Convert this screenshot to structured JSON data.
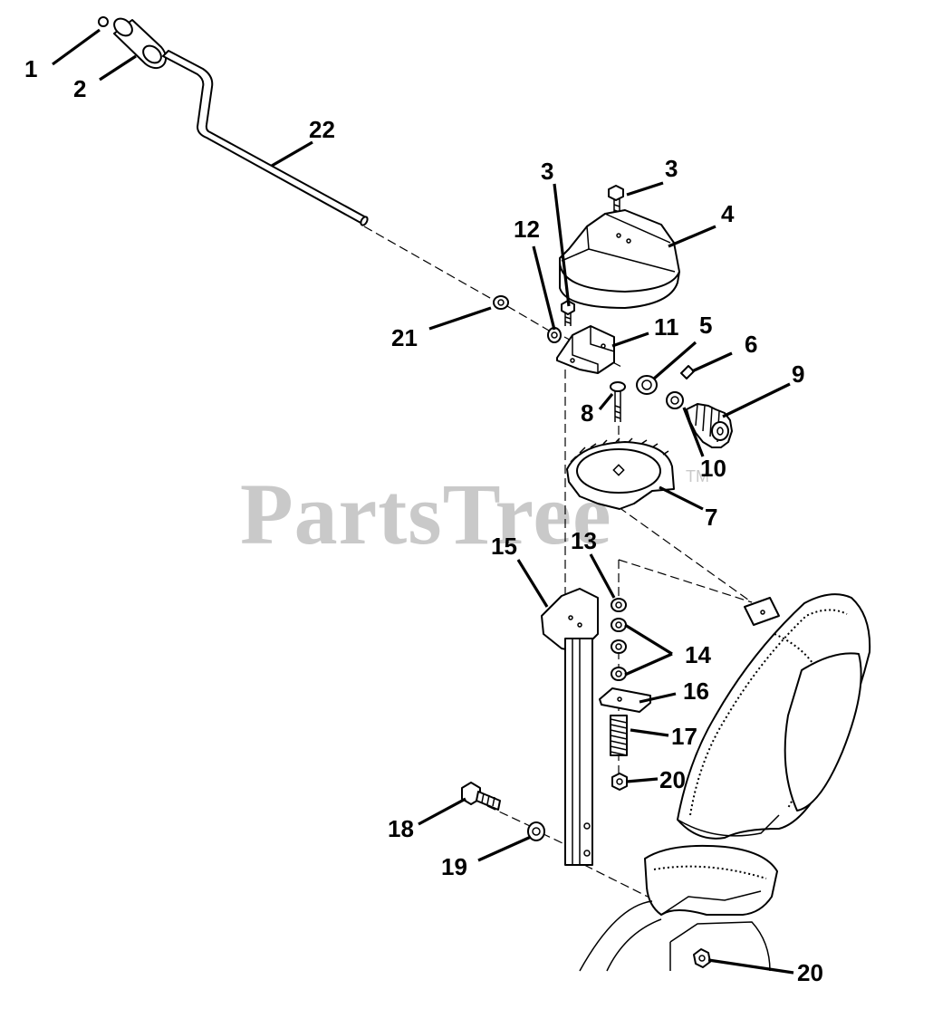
{
  "watermark": {
    "text": "PartsTree",
    "trademark": "TM"
  },
  "callouts": [
    {
      "id": "c1",
      "text": "1"
    },
    {
      "id": "c2",
      "text": "2"
    },
    {
      "id": "c22",
      "text": "22"
    },
    {
      "id": "c3a",
      "text": "3"
    },
    {
      "id": "c3b",
      "text": "3"
    },
    {
      "id": "c4",
      "text": "4"
    },
    {
      "id": "c12",
      "text": "12"
    },
    {
      "id": "c21",
      "text": "21"
    },
    {
      "id": "c11",
      "text": "11"
    },
    {
      "id": "c5",
      "text": "5"
    },
    {
      "id": "c6",
      "text": "6"
    },
    {
      "id": "c9",
      "text": "9"
    },
    {
      "id": "c8",
      "text": "8"
    },
    {
      "id": "c10",
      "text": "10"
    },
    {
      "id": "c7",
      "text": "7"
    },
    {
      "id": "c15",
      "text": "15"
    },
    {
      "id": "c13",
      "text": "13"
    },
    {
      "id": "c14",
      "text": "14"
    },
    {
      "id": "c16",
      "text": "16"
    },
    {
      "id": "c17",
      "text": "17"
    },
    {
      "id": "c20a",
      "text": "20"
    },
    {
      "id": "c18",
      "text": "18"
    },
    {
      "id": "c19",
      "text": "19"
    },
    {
      "id": "c20b",
      "text": "20"
    }
  ]
}
